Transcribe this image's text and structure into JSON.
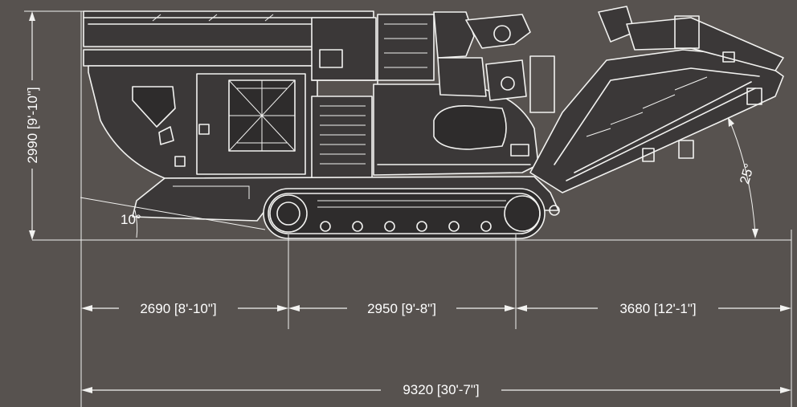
{
  "dimensions": {
    "height": "2990 [9'-10\"]",
    "length_rear": "2690 [8'-10\"]",
    "length_track": "2950 [9'-8\"]",
    "length_front": "3680 [12'-1\"]",
    "length_total": "9320 [30'-7\"]"
  },
  "angles": {
    "rear": "10°",
    "conveyor": "25°"
  },
  "colors": {
    "background": "#57524f",
    "lines": "#f2f2f0",
    "body": "#3b3838"
  }
}
